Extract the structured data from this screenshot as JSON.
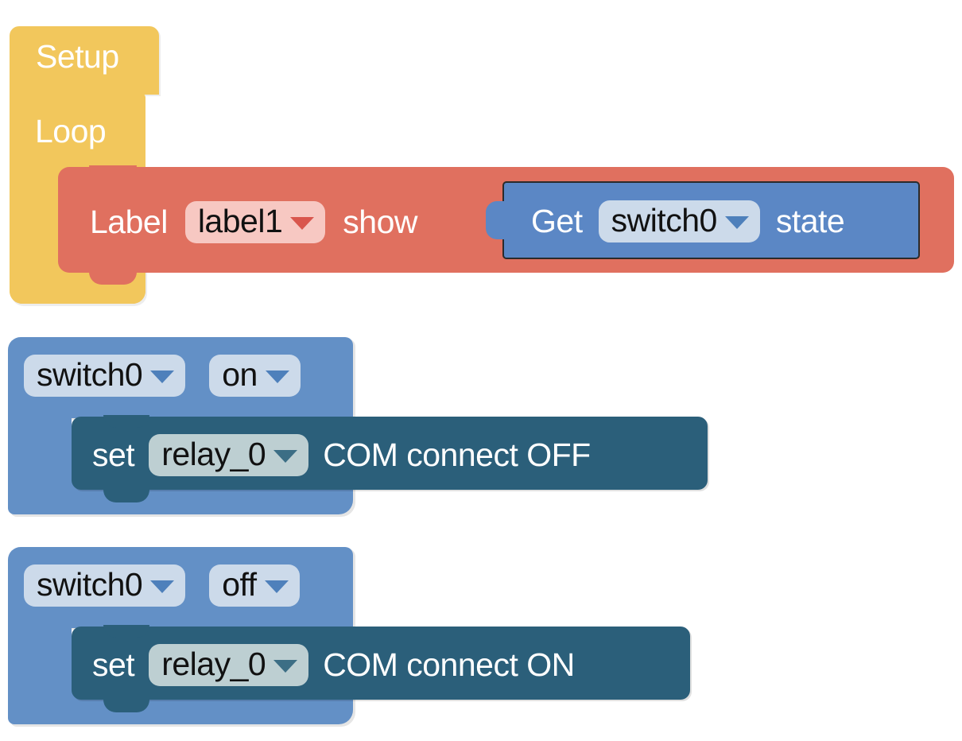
{
  "workspace": {
    "name": "blockly-workspace",
    "background": "#ffffff",
    "colors": {
      "setup_loop_yellow": "#f2c75c",
      "label_red": "#e0705f",
      "get_blue": "#5b87c5",
      "event_blue": "#6390c6",
      "set_teal": "#2b5f7a",
      "field_red": "#f7c8c2",
      "field_blue": "#ccdaea",
      "field_teal": "#bdcfd2"
    }
  },
  "blocks": {
    "setup": {
      "label": "Setup"
    },
    "loop": {
      "label": "Loop"
    },
    "label_show": {
      "prefix": "Label",
      "field_value": "label1",
      "suffix": "show",
      "caret_icon": "chevron-down-icon"
    },
    "get_state": {
      "prefix": "Get",
      "field_value": "switch0",
      "suffix": "state",
      "caret_icon": "chevron-down-icon"
    },
    "event_on": {
      "device_value": "switch0",
      "state_value": "on",
      "caret_icon": "chevron-down-icon",
      "child": {
        "prefix": "set",
        "field_value": "relay_0",
        "suffix": "COM connect OFF",
        "caret_icon": "chevron-down-icon"
      }
    },
    "event_off": {
      "device_value": "switch0",
      "state_value": "off",
      "caret_icon": "chevron-down-icon",
      "child": {
        "prefix": "set",
        "field_value": "relay_0",
        "suffix": "COM connect ON",
        "caret_icon": "chevron-down-icon"
      }
    }
  }
}
